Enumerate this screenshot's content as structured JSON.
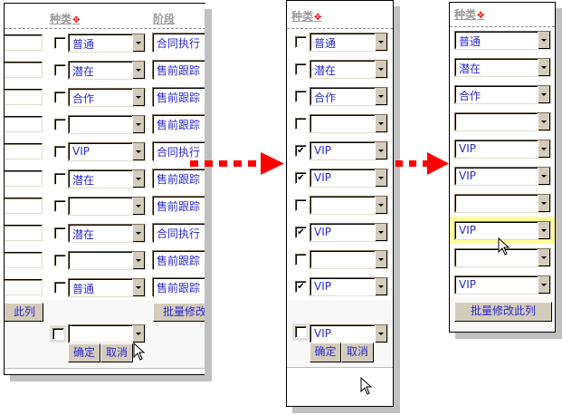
{
  "headers": {
    "type": "种类",
    "stage": "阶段"
  },
  "panel1": {
    "rows": [
      {
        "checked": false,
        "type": "普通",
        "stage": "合同执行"
      },
      {
        "checked": false,
        "type": "潜在",
        "stage": "售前跟踪"
      },
      {
        "checked": false,
        "type": "合作",
        "stage": "售前跟踪"
      },
      {
        "checked": false,
        "type": "",
        "stage": "售前跟踪"
      },
      {
        "checked": false,
        "type": "VIP",
        "stage": "合同执行"
      },
      {
        "checked": false,
        "type": "潜在",
        "stage": "售前跟踪"
      },
      {
        "checked": false,
        "type": "",
        "stage": "售前跟踪"
      },
      {
        "checked": false,
        "type": "潜在",
        "stage": "合同执行"
      },
      {
        "checked": false,
        "type": "",
        "stage": "售前跟踪"
      },
      {
        "checked": false,
        "type": "普通",
        "stage": "售前跟踪"
      }
    ],
    "left_button": "此列",
    "batch_button": "批量修改",
    "batch_select": "",
    "ok": "确定",
    "cancel": "取消"
  },
  "panel2": {
    "rows": [
      {
        "checked": false,
        "type": "普通"
      },
      {
        "checked": false,
        "type": "潜在"
      },
      {
        "checked": false,
        "type": "合作"
      },
      {
        "checked": false,
        "type": ""
      },
      {
        "checked": true,
        "type": "VIP"
      },
      {
        "checked": true,
        "type": "VIP"
      },
      {
        "checked": false,
        "type": ""
      },
      {
        "checked": true,
        "type": "VIP"
      },
      {
        "checked": false,
        "type": ""
      },
      {
        "checked": true,
        "type": "VIP"
      }
    ],
    "batch_select": "VIP",
    "ok": "确定",
    "cancel": "取消"
  },
  "panel3": {
    "rows": [
      {
        "type": "普通"
      },
      {
        "type": "潜在"
      },
      {
        "type": "合作"
      },
      {
        "type": ""
      },
      {
        "type": "VIP"
      },
      {
        "type": "VIP"
      },
      {
        "type": ""
      },
      {
        "type": "VIP",
        "highlight": true
      },
      {
        "type": ""
      },
      {
        "type": "VIP"
      }
    ],
    "batch_button": "批量修改此列"
  },
  "colors": {
    "arrow": "#ff0000",
    "highlight": "#ffff99",
    "text": "#2a2ad0"
  }
}
